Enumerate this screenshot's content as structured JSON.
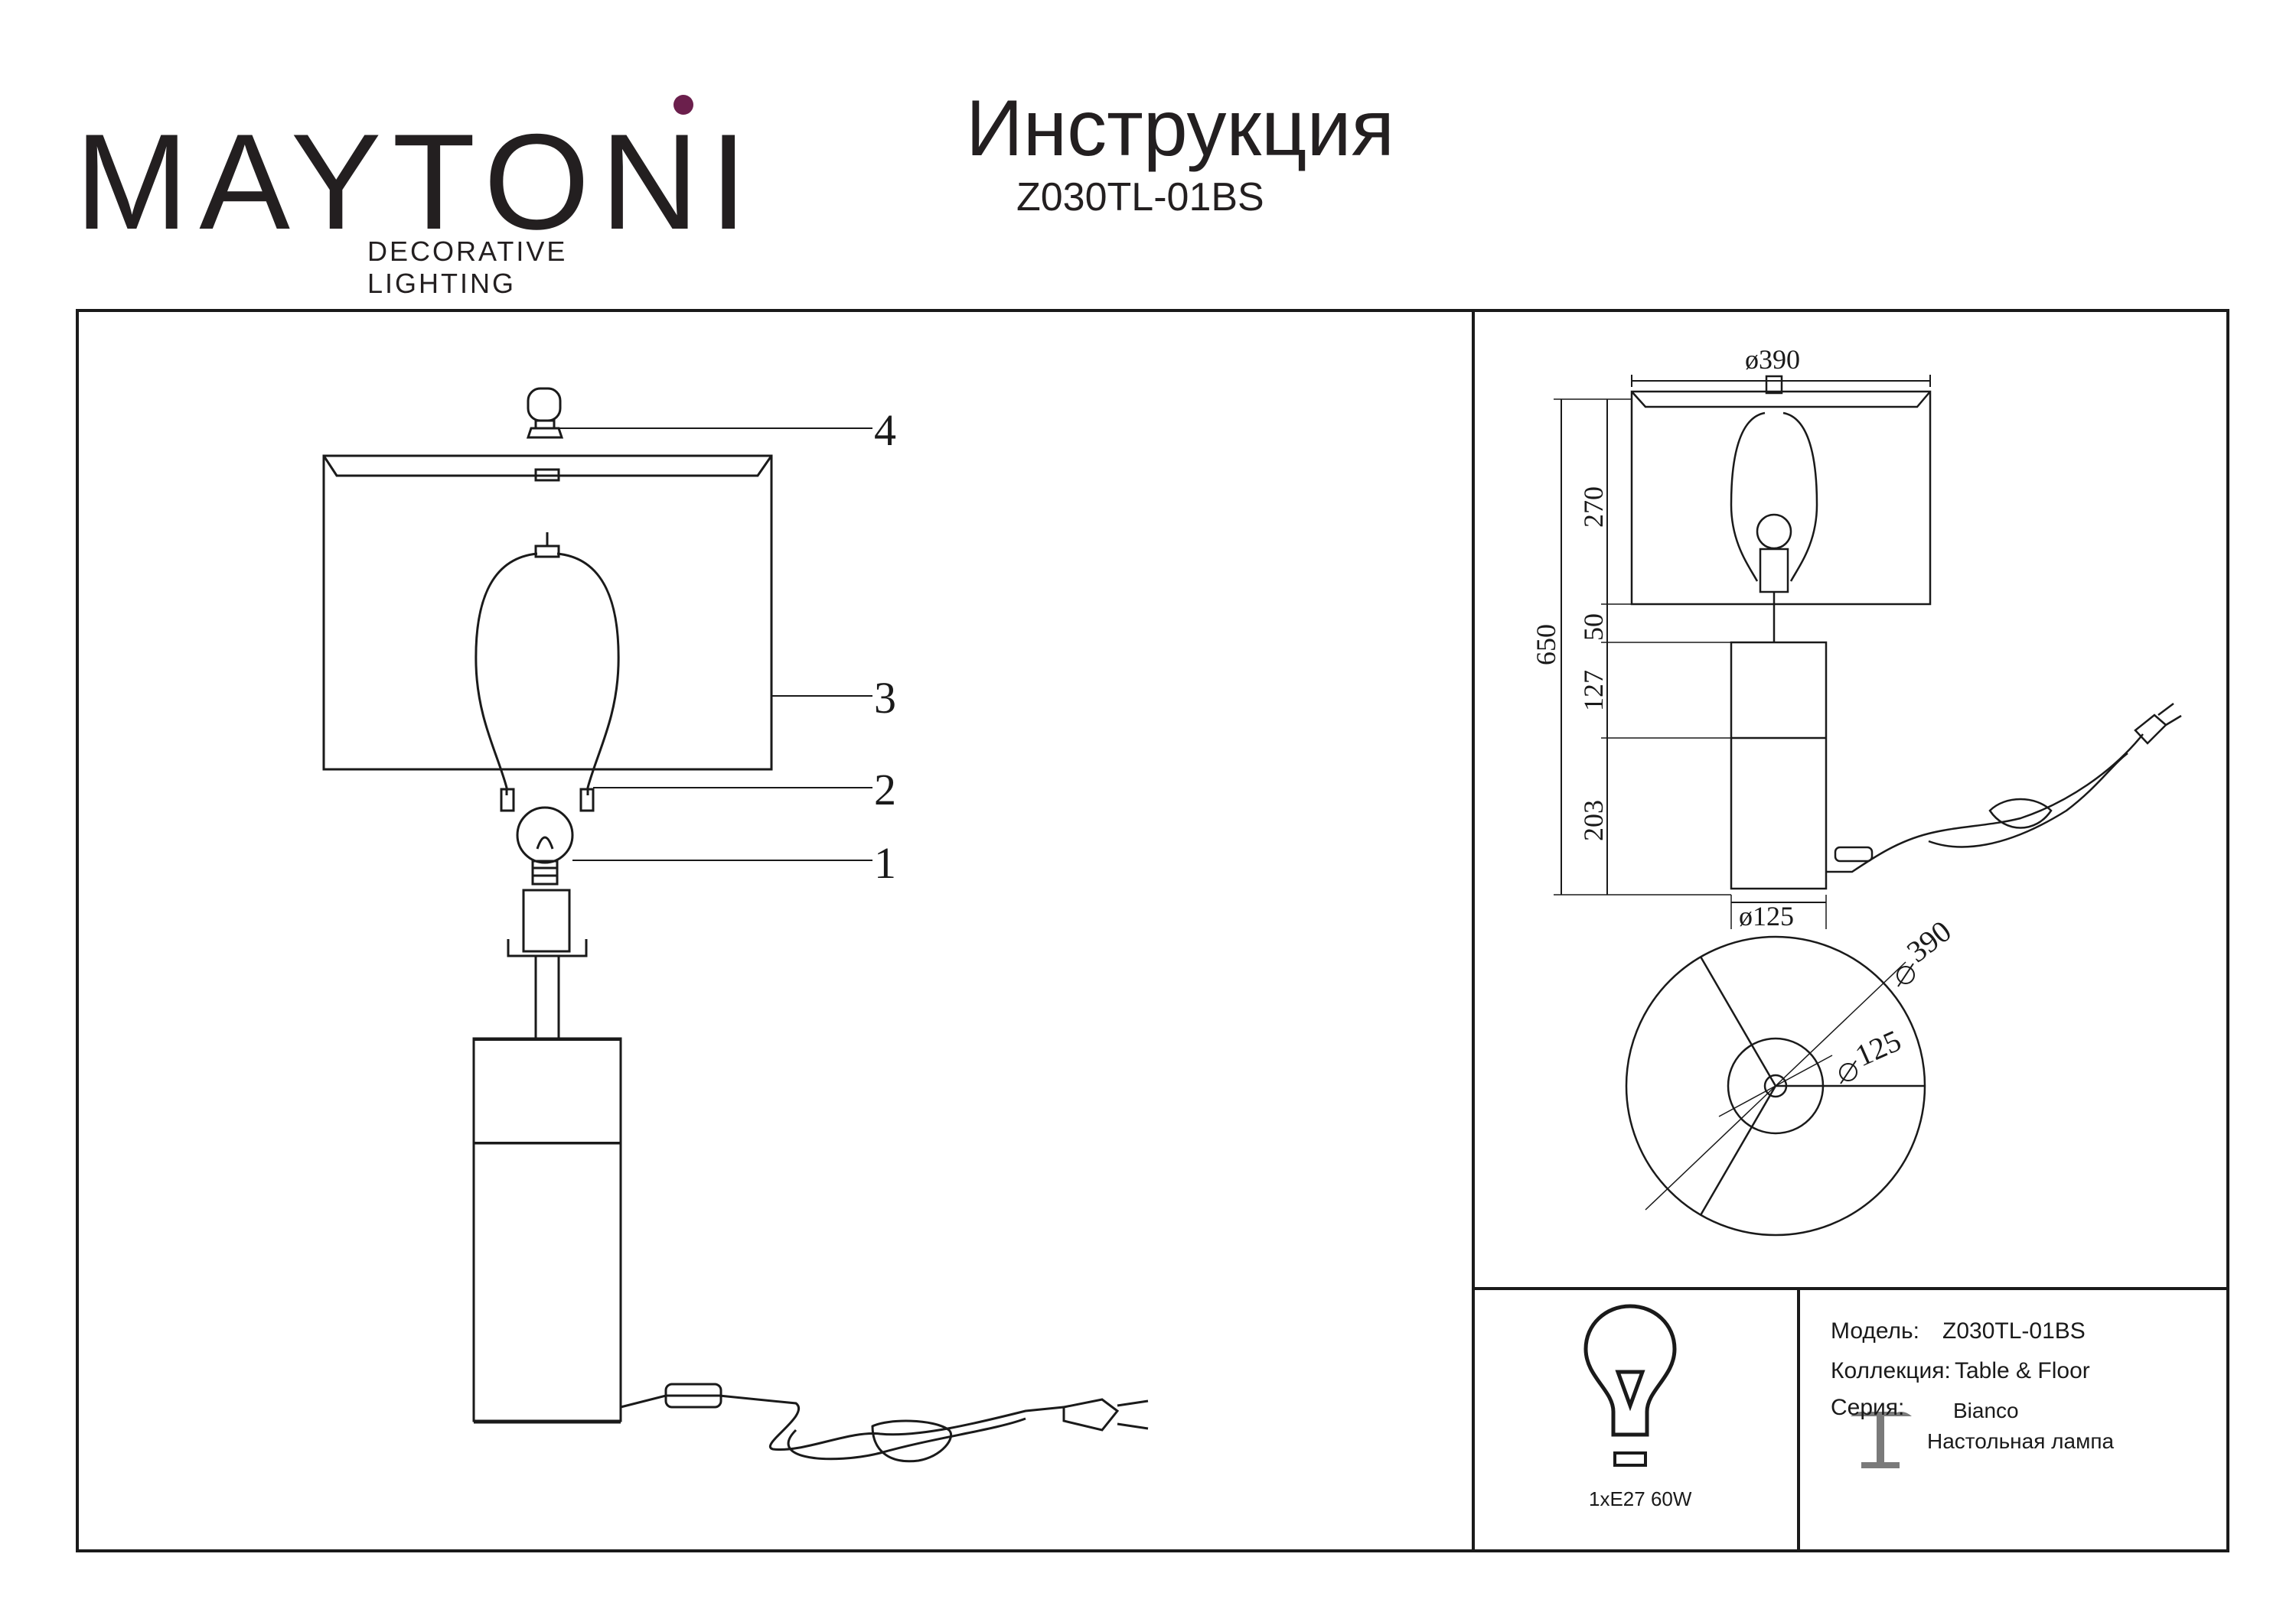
{
  "brand": {
    "name": "MAYTONI",
    "tagline": "DECORATIVE LIGHTING",
    "accent_color": "#6b1f4c"
  },
  "header": {
    "title": "Инструкция",
    "model": "Z030TL-01BS"
  },
  "exploded_view": {
    "callouts": [
      {
        "number": "4",
        "part": "finial-knob"
      },
      {
        "number": "3",
        "part": "lampshade"
      },
      {
        "number": "2",
        "part": "harp-frame"
      },
      {
        "number": "1",
        "part": "bulb"
      }
    ]
  },
  "dimensions": {
    "shade_diameter": "ø390",
    "total_height": "650",
    "shade_height": "270",
    "neck_height": "50",
    "upper_block_height": "127",
    "lower_block_height": "203",
    "base_diameter": "ø125",
    "top_view_shade_diameter": "390",
    "top_view_base_diameter": "125"
  },
  "bulb_info": {
    "label": "1xE27 60W",
    "icon": "bulb-icon"
  },
  "specs": {
    "model_label": "Модель:",
    "model_value": "Z030TL-01BS",
    "collection_label": "Коллекция:",
    "collection_value": "Table & Floor",
    "series_label": "Серия:",
    "series_value": "Bianco",
    "type_value": "Настольная лампа",
    "type_icon": "table-lamp-icon"
  }
}
